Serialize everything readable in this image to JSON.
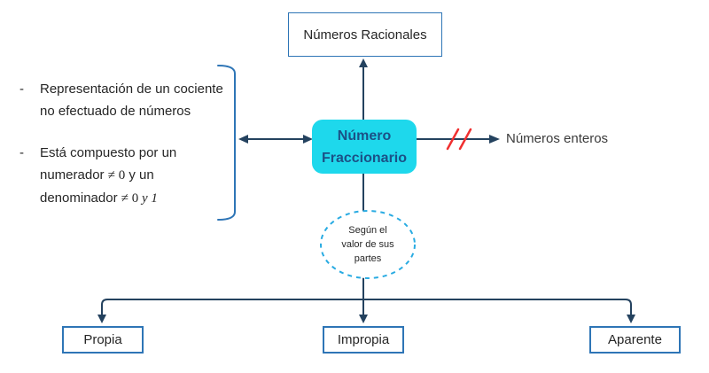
{
  "diagram": {
    "top_box": {
      "label": "Números Racionales"
    },
    "center_box": {
      "label": "Número Fraccionario"
    },
    "notes": {
      "bullet": "-",
      "item1": {
        "line1": "Representación de un cociente",
        "line2": "no efectuado de números"
      },
      "item2": {
        "line1": "Está compuesto por un",
        "line2_a": "numerador ",
        "line2_b": "≠ 0",
        "line2_c": " y un",
        "line3_a": "denominador ",
        "line3_b": "≠ 0 ",
        "line3_c": "y 1"
      }
    },
    "right_label": "Números enteros",
    "condition_ellipse": {
      "line1": "Según el",
      "line2": "valor de sus",
      "line3": "partes"
    },
    "bottom_boxes": [
      {
        "label": "Propia"
      },
      {
        "label": "Impropia"
      },
      {
        "label": "Aparente"
      }
    ],
    "colors": {
      "box_border": "#2E75B6",
      "connector": "#24425F",
      "center_box_fill": "#1ED8EC",
      "center_box_text": "#1B5186",
      "negation_slashes": "#F03030",
      "ellipse_stroke": "#29ABE2",
      "body_text": "#262626"
    }
  }
}
